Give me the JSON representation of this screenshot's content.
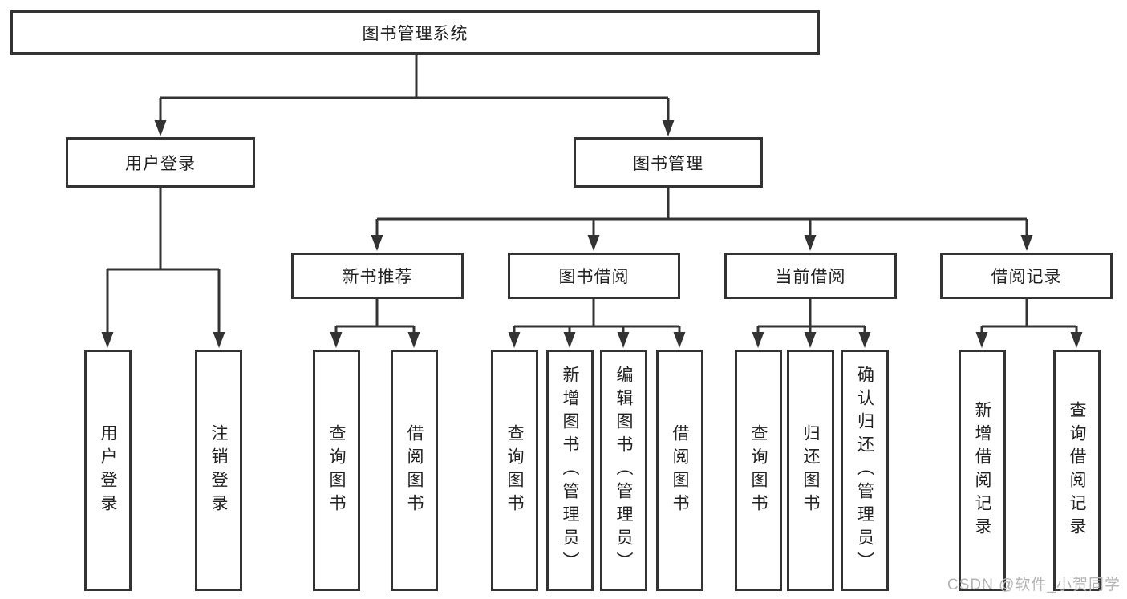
{
  "colors": {
    "line": "#333333",
    "text": "#222222",
    "box_bg": "#ffffff",
    "page_bg": "#ffffff",
    "watermark": "#b4b4b4"
  },
  "tree": {
    "root": {
      "label": "图书管理系统"
    },
    "level1": [
      {
        "id": "user-login",
        "label": "用户登录"
      },
      {
        "id": "book-management",
        "label": "图书管理"
      }
    ],
    "level2": [
      {
        "id": "new-book-recommend",
        "label": "新书推荐",
        "parent": "book-management"
      },
      {
        "id": "book-borrowing",
        "label": "图书借阅",
        "parent": "book-management"
      },
      {
        "id": "current-borrowing",
        "label": "当前借阅",
        "parent": "book-management"
      },
      {
        "id": "borrowing-records",
        "label": "借阅记录",
        "parent": "book-management"
      }
    ],
    "leaves": [
      {
        "id": "user-login-action",
        "label": "用户登录",
        "parent": "user-login"
      },
      {
        "id": "logout-action",
        "label": "注销登录",
        "parent": "user-login"
      },
      {
        "id": "query-books-1",
        "label": "查询图书",
        "parent": "new-book-recommend"
      },
      {
        "id": "borrow-books-1",
        "label": "借阅图书",
        "parent": "new-book-recommend"
      },
      {
        "id": "query-books-2",
        "label": "查询图书",
        "parent": "book-borrowing"
      },
      {
        "id": "add-books-admin",
        "label": "新增图书（管理员）",
        "parent": "book-borrowing"
      },
      {
        "id": "edit-books-admin",
        "label": "编辑图书（管理员）",
        "parent": "book-borrowing"
      },
      {
        "id": "borrow-books-2",
        "label": "借阅图书",
        "parent": "book-borrowing"
      },
      {
        "id": "query-books-3",
        "label": "查询图书",
        "parent": "current-borrowing"
      },
      {
        "id": "return-books",
        "label": "归还图书",
        "parent": "current-borrowing"
      },
      {
        "id": "confirm-return-admin",
        "label": "确认归还（管理员）",
        "parent": "current-borrowing"
      },
      {
        "id": "add-borrow-record",
        "label": "新增借阅记录",
        "parent": "borrowing-records"
      },
      {
        "id": "query-borrow-record",
        "label": "查询借阅记录",
        "parent": "borrowing-records"
      }
    ]
  },
  "watermark": {
    "text": "CSDN @软件_小贺同学"
  }
}
